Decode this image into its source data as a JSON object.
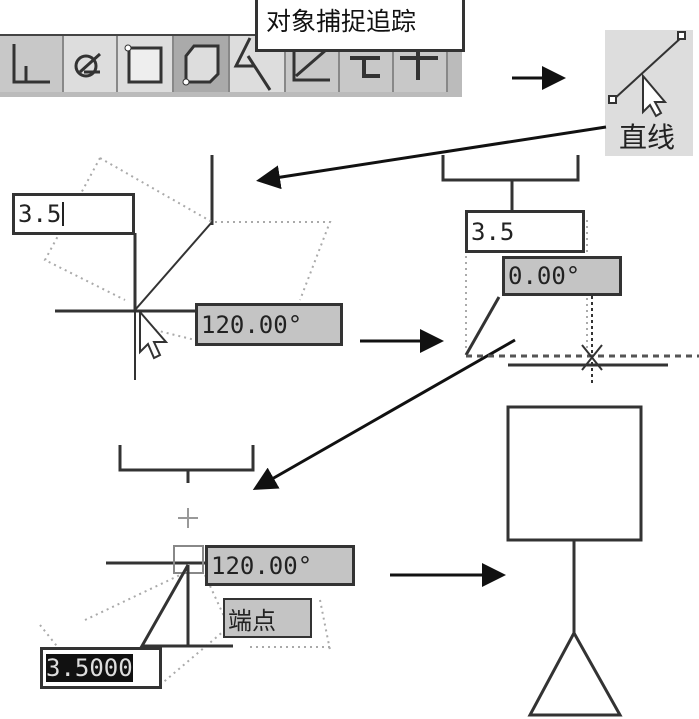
{
  "toolbar": {
    "tooltip": "对象捕捉追踪",
    "buttons": [
      "ortho-icon",
      "polar-icon",
      "osnap-icon",
      "3d-osnap-icon",
      "otrack-icon",
      "ducs-icon",
      "dyn-icon",
      "lineweight-icon"
    ]
  },
  "line_tool": {
    "label": "直线",
    "icon": "line-icon"
  },
  "step1": {
    "length_input": "3.5",
    "angle_value": "120.00°"
  },
  "step2": {
    "length_input": "3.5",
    "angle_value": "0.00°"
  },
  "step3": {
    "angle_value": "120.00°",
    "snap_tooltip": "端点",
    "length_input": "3.5000"
  },
  "colors": {
    "line": "#222222",
    "field_grey": "#c4c4c4",
    "tracking": "#999999"
  }
}
